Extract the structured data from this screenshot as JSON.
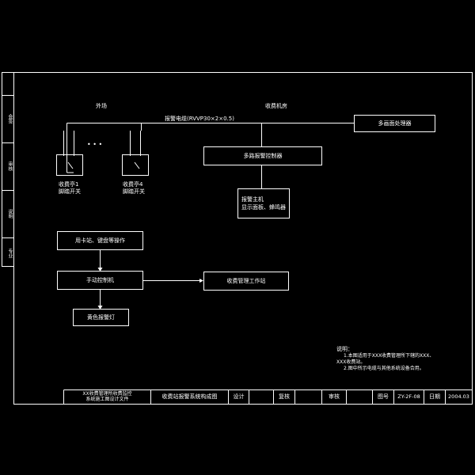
{
  "side_tabs": [
    "会签",
    "审核",
    "说明",
    "专业"
  ],
  "labels": {
    "outside": "外场",
    "toll_plaza": "收费机房",
    "cable": "报警电缆(RVVP30×2×0.5)",
    "dots": "• • •"
  },
  "booths": [
    {
      "line1": "收费亭1",
      "line2": "脚踏开关"
    },
    {
      "line1": "收费亭4",
      "line2": "脚踏开关"
    }
  ],
  "boxes": {
    "upper_alarm": "多路报警控制器",
    "top_right": "多画面处理器",
    "host_line1": "报警主机",
    "host_line2": "显示面板、蜂鸣器",
    "card_op": "用卡站、键盘等操作",
    "manual_ctrl": "手动控制机",
    "workstation": "收费管理工作站",
    "yellow_lamp": "黄色报警灯"
  },
  "notes": {
    "title": "说明：",
    "line1": "1.本图适用于XXX收费管理所下辖的XXX、",
    "line2": "XXX收费站。",
    "line3": "2.图中所示电缆与其他系统设备合用。"
  },
  "title_block": {
    "project_line1": "XX收费管理所收费监控",
    "project_line2": "系统施工图设计文件",
    "drawing_title": "收费站报警系统构成图",
    "design_label": "设计",
    "review_label": "复核",
    "approve_label": "审核",
    "fig_no_label": "图号",
    "fig_no": "ZY-2F-08",
    "date_label": "日期",
    "date": "2004.03"
  }
}
